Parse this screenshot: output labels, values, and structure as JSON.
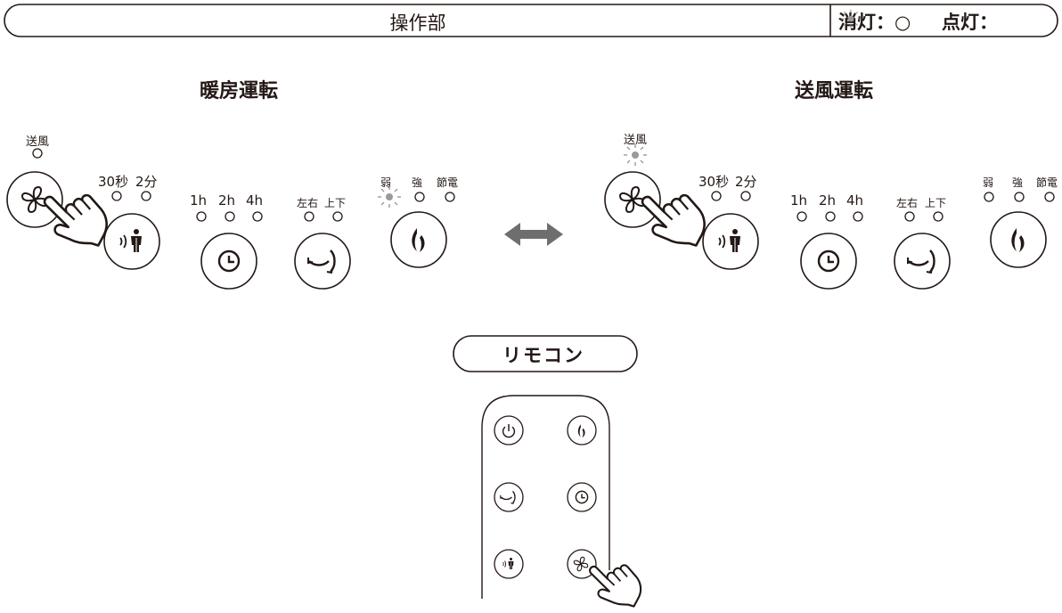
{
  "header": {
    "title": "操作部",
    "legend_off_label": "消灯：",
    "legend_off_symbol": "○",
    "legend_on_label": "点灯：",
    "legend_on_symbol": "sun-burst-icon"
  },
  "left_panel": {
    "title": "暖房運転",
    "fan_label": "送風",
    "fan_led": "off",
    "sensor_labels": [
      "30秒",
      "2分"
    ],
    "timer_labels": [
      "1h",
      "2h",
      "4h"
    ],
    "swing_labels": [
      "左右",
      "上下"
    ],
    "heat_labels": [
      "弱",
      "強",
      "節電"
    ],
    "heat_led_lit": "弱"
  },
  "right_panel": {
    "title": "送風運転",
    "fan_label": "送風",
    "fan_led": "on",
    "sensor_labels": [
      "30秒",
      "2分"
    ],
    "timer_labels": [
      "1h",
      "2h",
      "4h"
    ],
    "swing_labels": [
      "左右",
      "上下"
    ],
    "heat_labels": [
      "弱",
      "強",
      "節電"
    ],
    "heat_led_lit": ""
  },
  "mode_switch_arrow": "double-arrow-icon",
  "remote": {
    "title": "リモコン",
    "buttons": [
      "power-icon",
      "flame-icon",
      "swing-icon",
      "clock-icon",
      "sensor-icon",
      "fan-icon"
    ]
  },
  "colors": {
    "line": "#231815",
    "arrow": "#6e6e6e",
    "lit_led": "#9a9a9a",
    "ray": "#888888"
  }
}
